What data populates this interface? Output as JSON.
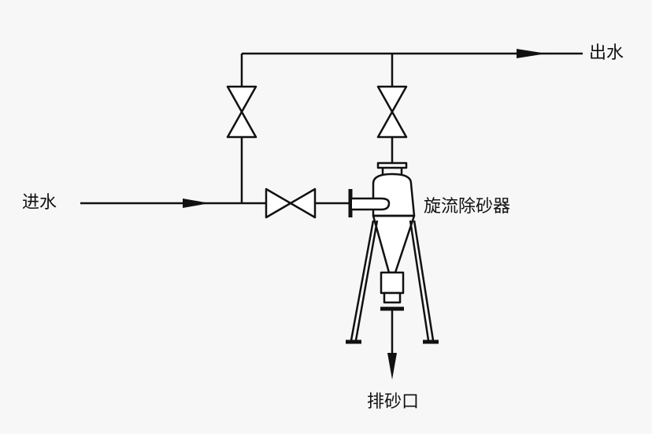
{
  "labels": {
    "inlet": "进水",
    "outlet": "出水",
    "separator": "旋流除砂器",
    "sand_outlet": "排砂口"
  },
  "colors": {
    "line": "#111111",
    "background": "#f7f7f7"
  }
}
